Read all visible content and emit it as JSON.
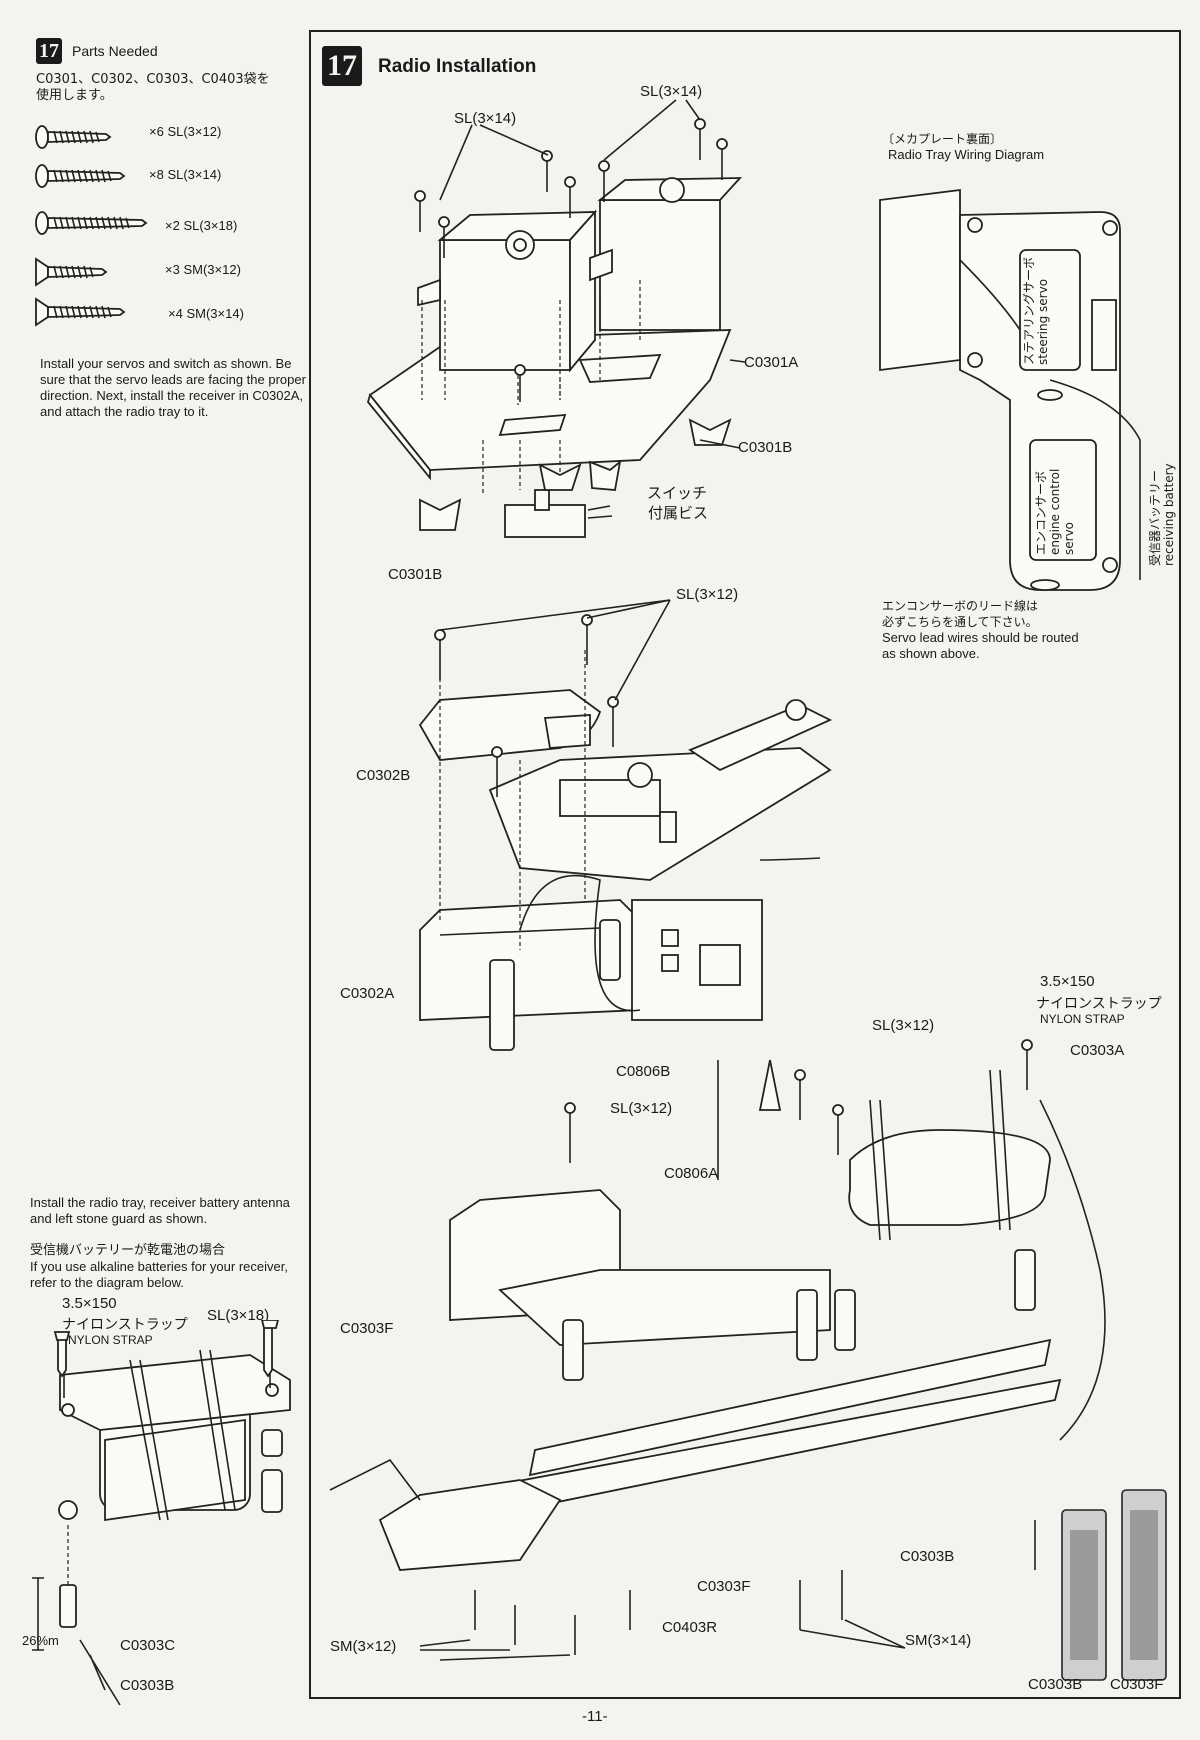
{
  "left": {
    "step": "17",
    "title": "Parts Needed",
    "bags_jp": "C0301、C0302、C0303、C0403袋を使用します。",
    "screws": [
      {
        "qty": "×6",
        "spec": "SL(3×12)"
      },
      {
        "qty": "×8",
        "spec": "SL(3×14)"
      },
      {
        "qty": "×2",
        "spec": "SL(3×18)"
      },
      {
        "qty": "×3",
        "spec": "SM(3×12)"
      },
      {
        "qty": "×4",
        "spec": "SM(3×14)"
      }
    ],
    "instructions": "Install your servos and switch as shown. Be sure that the servo leads are facing the proper direction. Next, install the receiver in C0302A, and attach the radio tray to it.",
    "lower_instructions": "Install the radio tray, receiver battery antenna and left stone guard as shown.",
    "alkaline_jp": "受信機バッテリーが乾電池の場合",
    "alkaline_en": "If you use alkaline batteries for your receiver, refer to the diagram below.",
    "strap_size": "3.5×150",
    "strap_jp": "ナイロンストラップ",
    "strap_en": "NYLON STRAP",
    "screw_sl18": "SL(3×18)",
    "dim": "26%m",
    "part_c": "C0303C",
    "part_b": "C0303B"
  },
  "main": {
    "step": "17",
    "title": "Radio Installation",
    "top": {
      "sl14_a": "SL(3×14)",
      "sl14_b": "SL(3×14)",
      "c0301a": "C0301A",
      "c0301b_right": "C0301B",
      "c0301b_left": "C0301B",
      "switch_jp_1": "スイッチ",
      "switch_jp_2": "付属ビス"
    },
    "wiring": {
      "jp": "〔メカプレート裏面〕",
      "en": "Radio Tray Wiring Diagram",
      "steering_jp": "ステアリングサーボ",
      "steering_en": "steering servo",
      "engine_jp": "エンコンサーボ",
      "engine_en_1": "engine control",
      "engine_en_2": "servo",
      "battery_jp": "受信器バッテリー",
      "battery_en": "receiving battery",
      "note_jp_1": "エンコンサーボのリード線は",
      "note_jp_2": "必ずこちらを通して下さい。",
      "note_en_1": "Servo lead wires should be routed",
      "note_en_2": "as shown above."
    },
    "middle": {
      "sl12": "SL(3×12)",
      "c0302b": "C0302B",
      "c0302a": "C0302A"
    },
    "bottom": {
      "strap_size": "3.5×150",
      "strap_jp": "ナイロンストラップ",
      "strap_en": "NYLON STRAP",
      "sl12_top": "SL(3×12)",
      "c0303a": "C0303A",
      "c0806b": "C0806B",
      "sl12_mid": "SL(3×12)",
      "c0806a": "C0806A",
      "c0303f": "C0303F",
      "c0303b": "C0303B",
      "c0303f_low": "C0303F",
      "c0403r": "C0403R",
      "sm12": "SM(3×12)",
      "sm14": "SM(3×14)",
      "legend_b": "C0303B",
      "legend_f": "C0303F"
    }
  },
  "page_number": "-11-"
}
